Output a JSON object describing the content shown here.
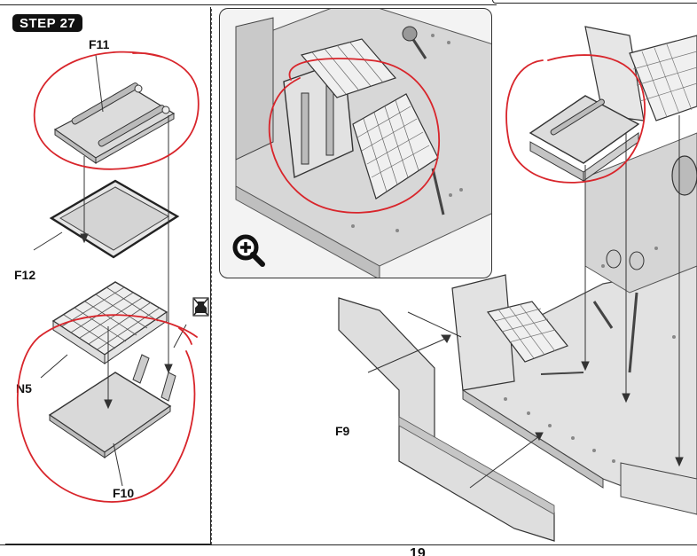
{
  "step": {
    "label": "STEP 27"
  },
  "parts": {
    "f11": "F11",
    "f12": "F12",
    "n5": "N5",
    "f10": "F10",
    "f9": "F9"
  },
  "page": {
    "number": "19"
  },
  "colors": {
    "annotation": "#d8252b",
    "ink": "#111111",
    "panel": "#d9d9d9",
    "zoom_bg": "#f3f3f3"
  },
  "icons": {
    "zoom": "magnify-plus-icon",
    "no_glue": "no-glue-icon"
  }
}
